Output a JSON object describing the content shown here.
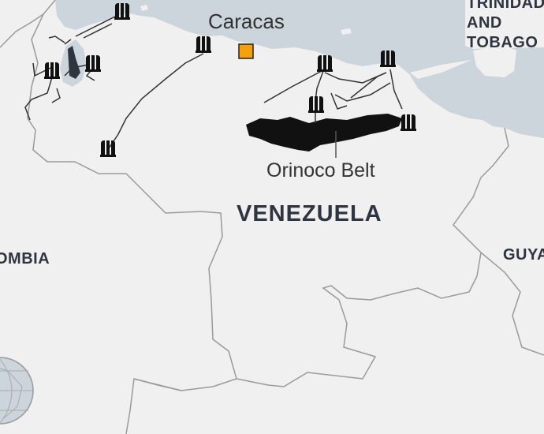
{
  "labels": {
    "capital": "Caracas",
    "oil_region": "Orinoco Belt",
    "country_main": "VENEZUELA",
    "country_west": "OMBIA",
    "country_east": "GUYA",
    "country_ne_line1": "TRINIDAD",
    "country_ne_line2": "AND",
    "country_ne_line3": "TOBAGO"
  },
  "colors": {
    "land": "#f0f0f0",
    "sea": "#ccd5dc",
    "borders": "#9a9a9a",
    "pipelines": "#333333",
    "oil_belt": "#111111",
    "capital_marker": "#f5a00a"
  },
  "icons": {
    "refinery": "oil-refinery-icon",
    "capital": "capital-square-marker",
    "globe": "globe-locator-icon"
  }
}
